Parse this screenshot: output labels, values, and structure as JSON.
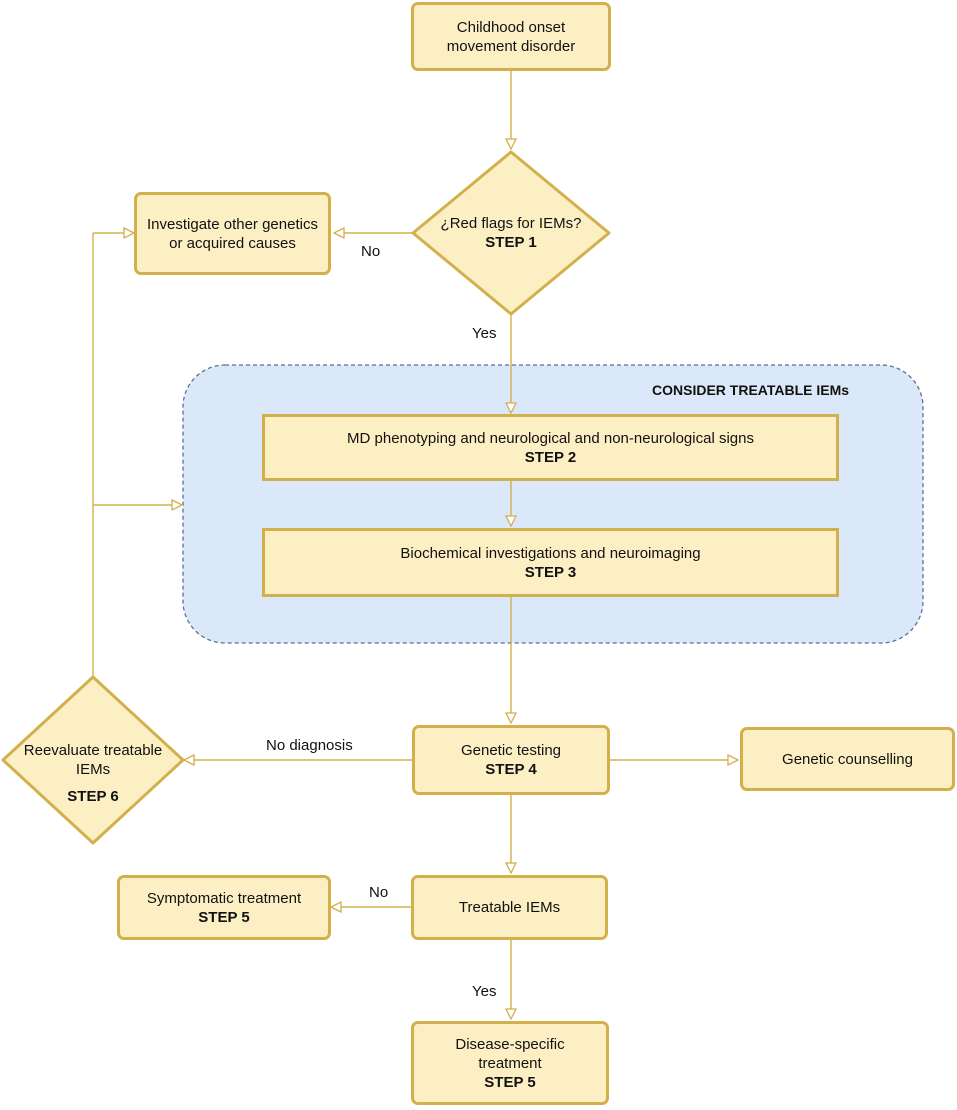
{
  "group": {
    "title": "CONSIDER TREATABLE IEMs"
  },
  "nodes": {
    "start": {
      "line1": "Childhood onset",
      "line2": "movement disorder"
    },
    "red_flags": {
      "text": "¿Red flags for IEMs?",
      "step": "STEP 1"
    },
    "other_causes": {
      "line1": "Investigate other genetics",
      "line2": "or acquired causes"
    },
    "phenotyping": {
      "text": "MD phenotyping and neurological and non-neurological signs",
      "step": "STEP 2"
    },
    "biochemical": {
      "text": "Biochemical investigations and neuroimaging",
      "step": "STEP 3"
    },
    "genetic_testing": {
      "text": "Genetic testing",
      "step": "STEP 4"
    },
    "genetic_counselling": {
      "text": "Genetic counselling"
    },
    "reevaluate": {
      "line1": "Reevaluate treatable",
      "line2": "IEMs",
      "step": "STEP 6"
    },
    "treatable": {
      "text": "Treatable IEMs"
    },
    "symptomatic": {
      "text": "Symptomatic treatment",
      "step": "STEP 5"
    },
    "disease_specific": {
      "line1": "Disease-specific",
      "line2": "treatment",
      "step": "STEP 5"
    }
  },
  "edge_labels": {
    "red_flags_no": "No",
    "red_flags_yes": "Yes",
    "no_diagnosis": "No diagnosis",
    "treatable_no": "No",
    "treatable_yes": "Yes"
  },
  "colors": {
    "node_fill": "#fdefc4",
    "node_border": "#d2b04c",
    "group_fill": "#dbe8f9",
    "group_border": "#5a7190"
  }
}
